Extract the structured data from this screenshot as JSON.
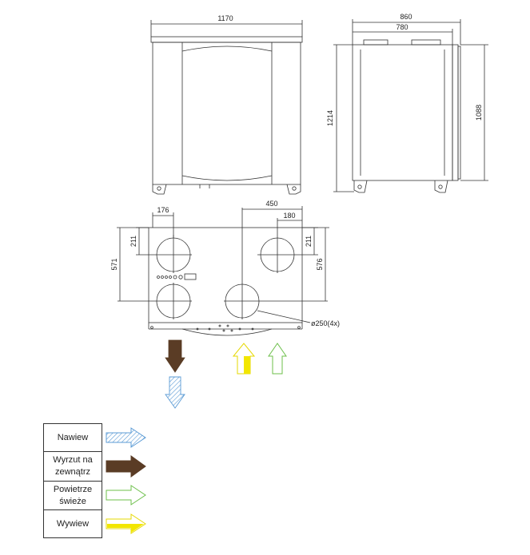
{
  "dimensions": {
    "front_width": "1170",
    "side_width": "860",
    "side_inner_width": "780",
    "front_height": "1214",
    "side_height": "1088",
    "top_176": "176",
    "top_211_left": "211",
    "top_571": "571",
    "top_450": "450",
    "top_180": "180",
    "top_211_right": "211",
    "top_576": "576",
    "duct_diameter": "ø250(4x)"
  },
  "legend": [
    {
      "label": "Nawiew",
      "style": "hatched",
      "color": "#5b9bd5"
    },
    {
      "label": "Wyrzut na zewnątrz",
      "style": "solid",
      "color": "#5a3c25"
    },
    {
      "label": "Powietrze świeże",
      "style": "outline",
      "color": "#6cbf4a"
    },
    {
      "label": "Wywiew",
      "style": "outline-fill",
      "color": "#f2e600"
    }
  ],
  "colors": {
    "line": "#333333",
    "exhaust_brown": "#5a3c25",
    "supply_blue": "#5b9bd5",
    "fresh_green": "#6cbf4a",
    "extract_yellow": "#f2e600"
  }
}
